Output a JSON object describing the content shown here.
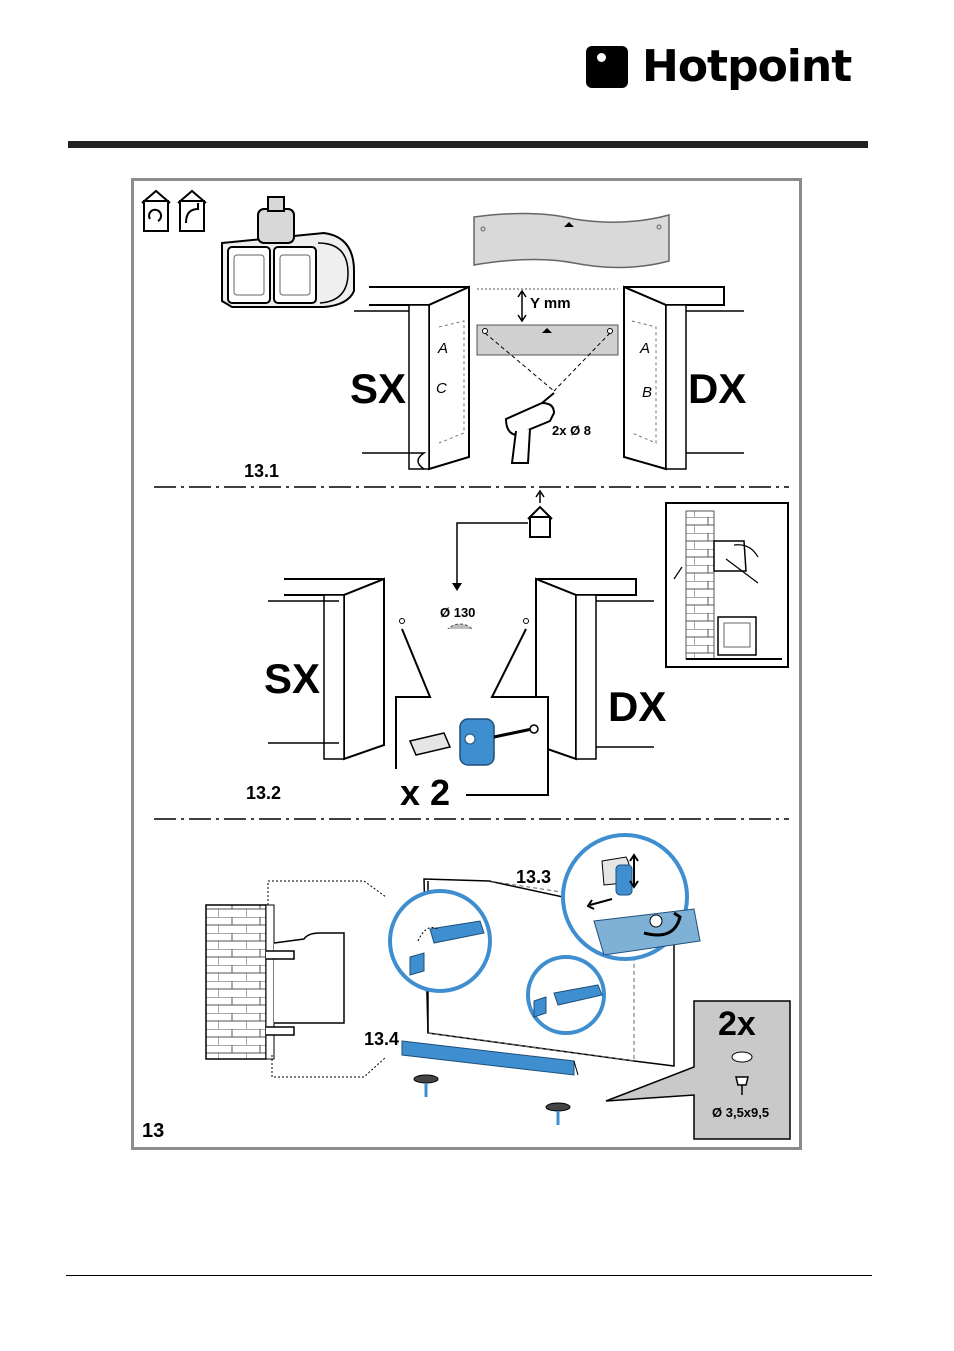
{
  "brand": {
    "name": "Hotpoint"
  },
  "figure": {
    "number": "13",
    "steps": {
      "s1": {
        "label": "13.1",
        "left": "SX",
        "right": "DX",
        "distance": "Y mm",
        "drill": "2x Ø 8",
        "mark_a_left": "A",
        "mark_c": "C",
        "mark_a_right": "A",
        "mark_b": "B"
      },
      "s2": {
        "label": "13.2",
        "left": "SX",
        "right": "DX",
        "duct": "Ø 130",
        "qty": "x 2"
      },
      "s3": {
        "label": "13.3"
      },
      "s4": {
        "label": "13.4"
      }
    },
    "hardware": {
      "qty": "2x",
      "screw": "Ø 3,5x9,5"
    }
  },
  "colors": {
    "accent_blue": "#3f8fd0",
    "panel_gray": "#c9c9c9",
    "rule": "#222222"
  }
}
